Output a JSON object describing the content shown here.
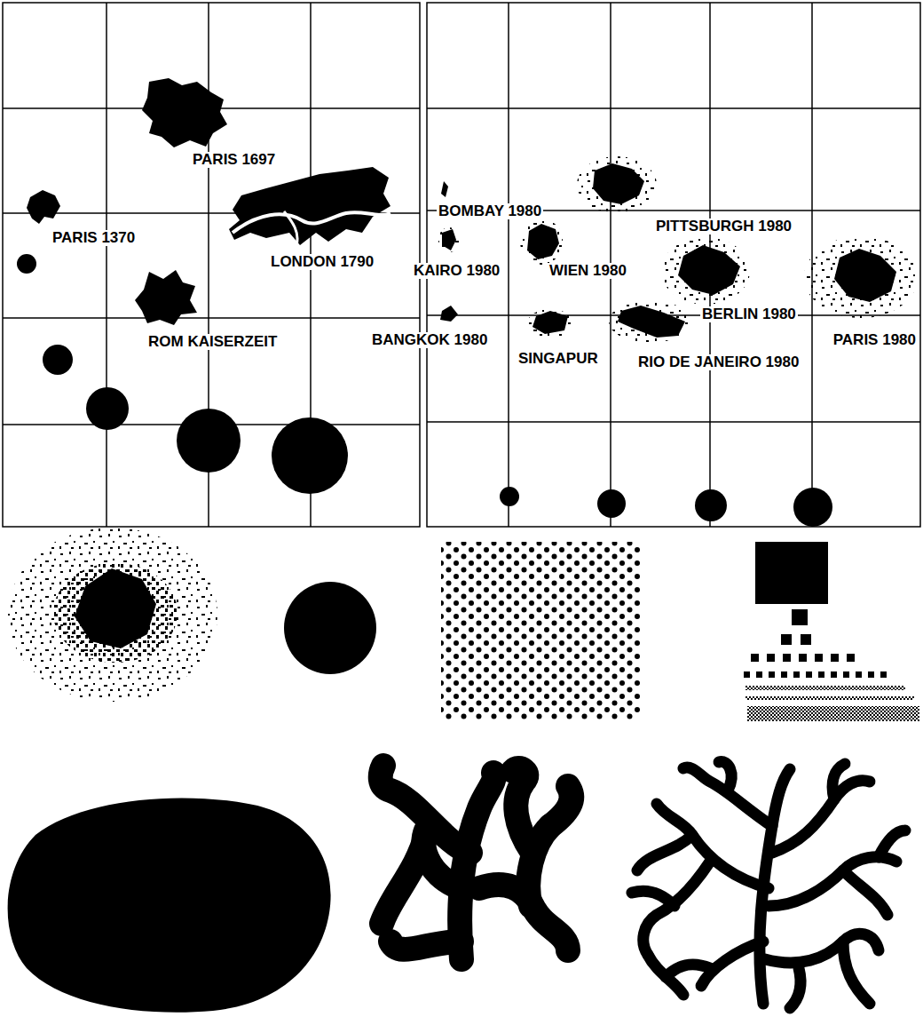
{
  "diagram": {
    "labels": [
      "PARIS 1697",
      "PARIS 1370",
      "LONDON 1790",
      "ROM KAISERZEIT",
      "BOMBAY 1980",
      "PITTSBURGH 1980",
      "KAIRO 1980",
      "WIEN 1980",
      "BERLIN 1980",
      "BANGKOK 1980",
      "SINGAPUR",
      "RIO DE JANEIRO 1980",
      "PARIS 1980"
    ]
  }
}
